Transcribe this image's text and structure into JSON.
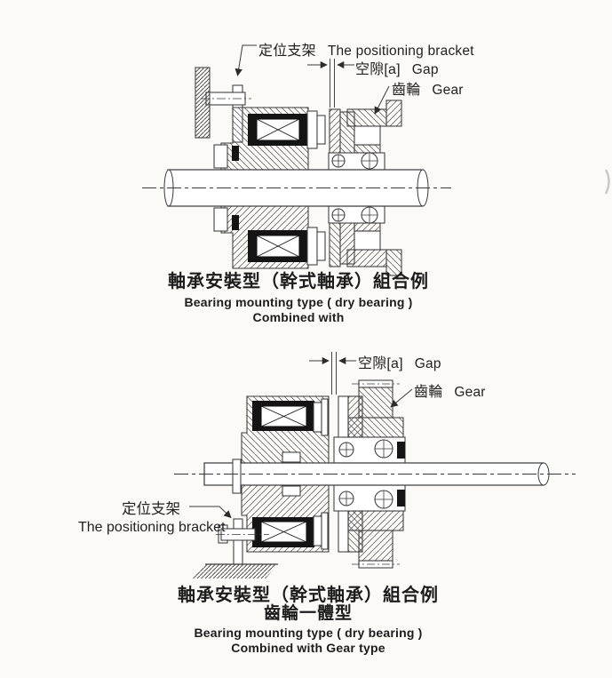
{
  "colors": {
    "ink": "#3a3a3a",
    "coil": "#141414",
    "paper": "#fbfaf7"
  },
  "figures": {
    "top": {
      "labels": {
        "bracket_cn": "定位支架",
        "bracket_en": "The positioning bracket",
        "gap_cn": "空隙[a]",
        "gap_en": "Gap",
        "gear_cn": "齒輪",
        "gear_en": "Gear"
      },
      "caption": {
        "cn": "軸承安裝型（幹式軸承）組合例",
        "en1": "Bearing mounting type ( dry bearing )",
        "en2": "Combined with"
      }
    },
    "bottom": {
      "labels": {
        "gap_cn": "空隙[a]",
        "gap_en": "Gap",
        "gear_cn": "齒輪",
        "gear_en": "Gear",
        "bracket_cn": "定位支架",
        "bracket_en": "The positioning bracket"
      },
      "caption": {
        "cn1": "軸承安裝型（幹式軸承）組合例",
        "cn2": "齒輪一體型",
        "en1": "Bearing mounting type ( dry bearing )",
        "en2": "Combined with Gear type"
      }
    }
  }
}
